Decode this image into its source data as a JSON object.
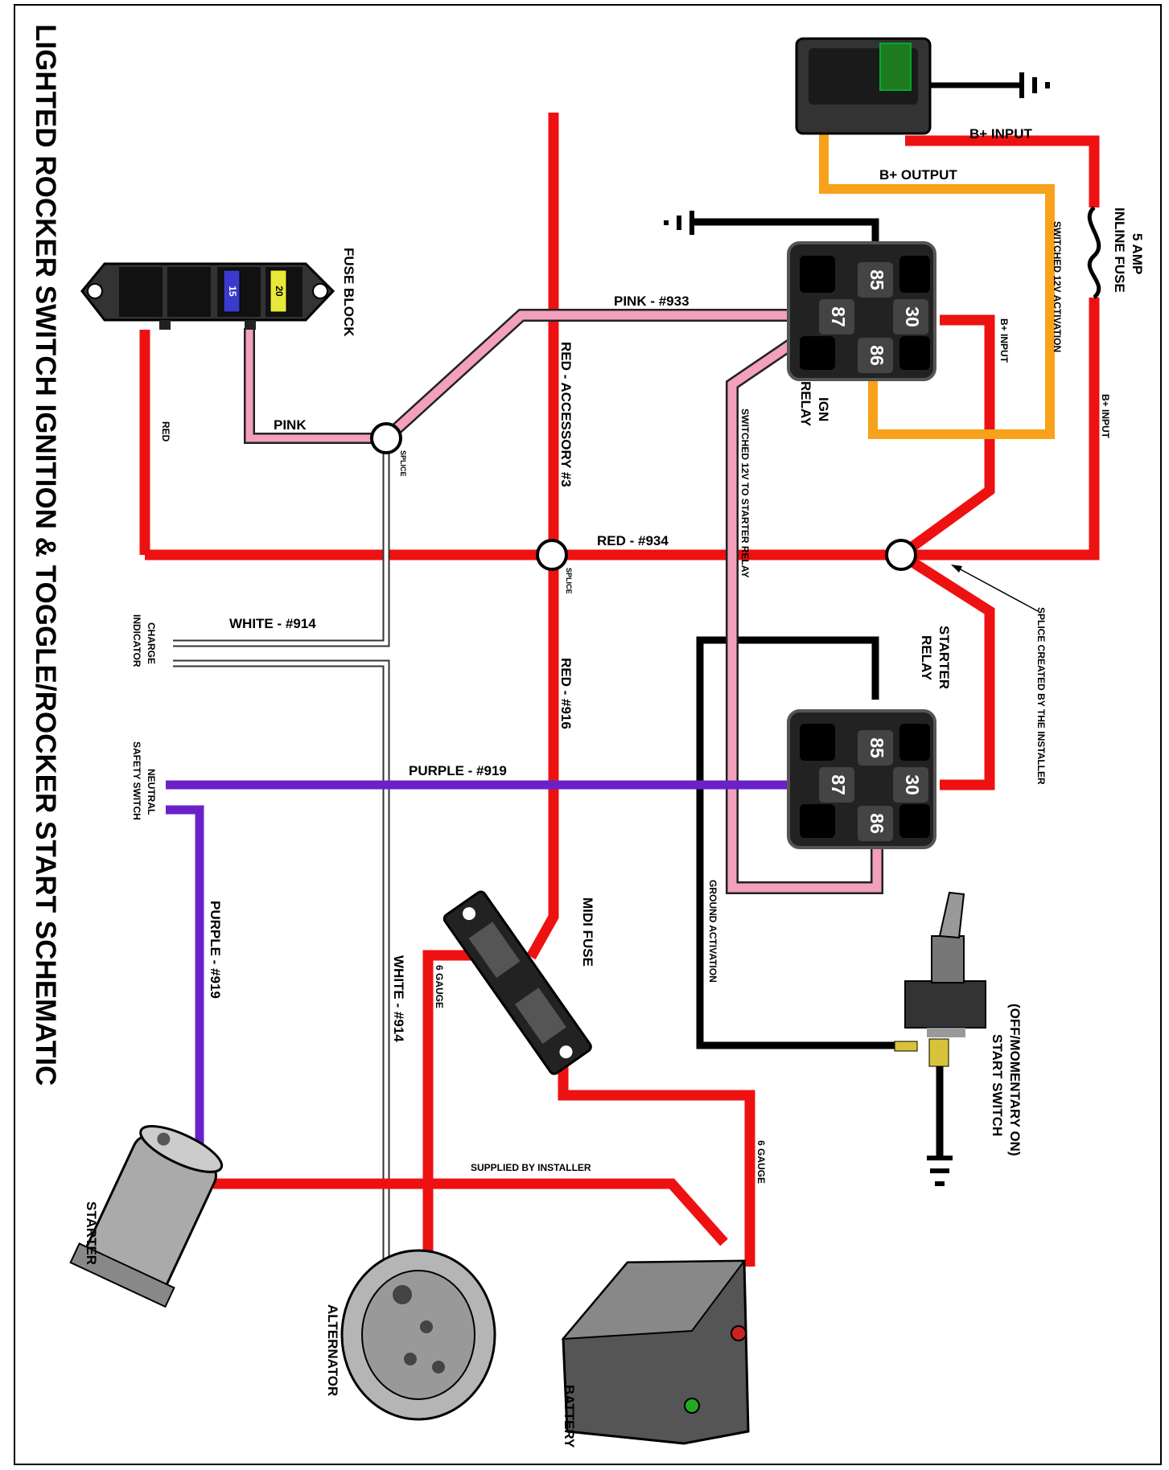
{
  "title": "LIGHTED ROCKER SWITCH IGNITION & TOGGLE/ROCKER START SCHEMATIC",
  "components": {
    "fuse_block": "FUSE BLOCK",
    "fuse_15": "15",
    "fuse_20": "20",
    "ign_relay": [
      "IGN",
      "RELAY"
    ],
    "starter_relay": [
      "STARTER",
      "RELAY"
    ],
    "inline_fuse": [
      "5 AMP",
      "INLINE FUSE"
    ],
    "midi_fuse": "MIDI FUSE",
    "start_switch": [
      "(OFF/MOMENTARY ON)",
      "START SWITCH"
    ],
    "charge_indicator": [
      "CHARGE",
      "INDICATOR"
    ],
    "neutral_safety_switch": [
      "NEUTRAL",
      "SAFETY SWITCH"
    ],
    "starter": "STARTER",
    "alternator": "ALTERNATOR",
    "battery": "BATTERY"
  },
  "relay_pins": {
    "p85": "85",
    "p87": "87",
    "p30": "30",
    "p86": "86"
  },
  "wires": {
    "b_input_1": "B+ INPUT",
    "b_output": "B+ OUTPUT",
    "switched_12v_activation": "SWITCHED 12V ACTIVATION",
    "b_input_2": "B+ INPUT",
    "b_input_3": "B+ INPUT",
    "pink_933": "PINK - #933",
    "pink": "PINK",
    "red": "RED",
    "red_accessory": "RED - ACCESSORY #3",
    "red_934": "RED - #934",
    "switched_12v_starter": "SWITCHED 12V TO STARTER RELAY",
    "white_914_top": "WHITE - #914",
    "red_916": "RED - #916",
    "purple_919_top": "PURPLE - #919",
    "ground_activation": "GROUND ACTIVATION",
    "purple_919_side": "PURPLE - #919",
    "white_914_side": "WHITE - #914",
    "gauge_left": "6 GAUGE",
    "gauge_right": "6 GAUGE",
    "supplied_by_installer": "SUPPLIED BY INSTALLER",
    "splice_by_installer": "SPLICE CREATED BY THE INSTALLER",
    "splice": "SPLICE"
  },
  "colors": {
    "red": "#ee1111",
    "pink": "#f2a0bd",
    "purple": "#6a22c8",
    "orange": "#f7a21a",
    "black": "#000000",
    "white": "#ffffff"
  }
}
